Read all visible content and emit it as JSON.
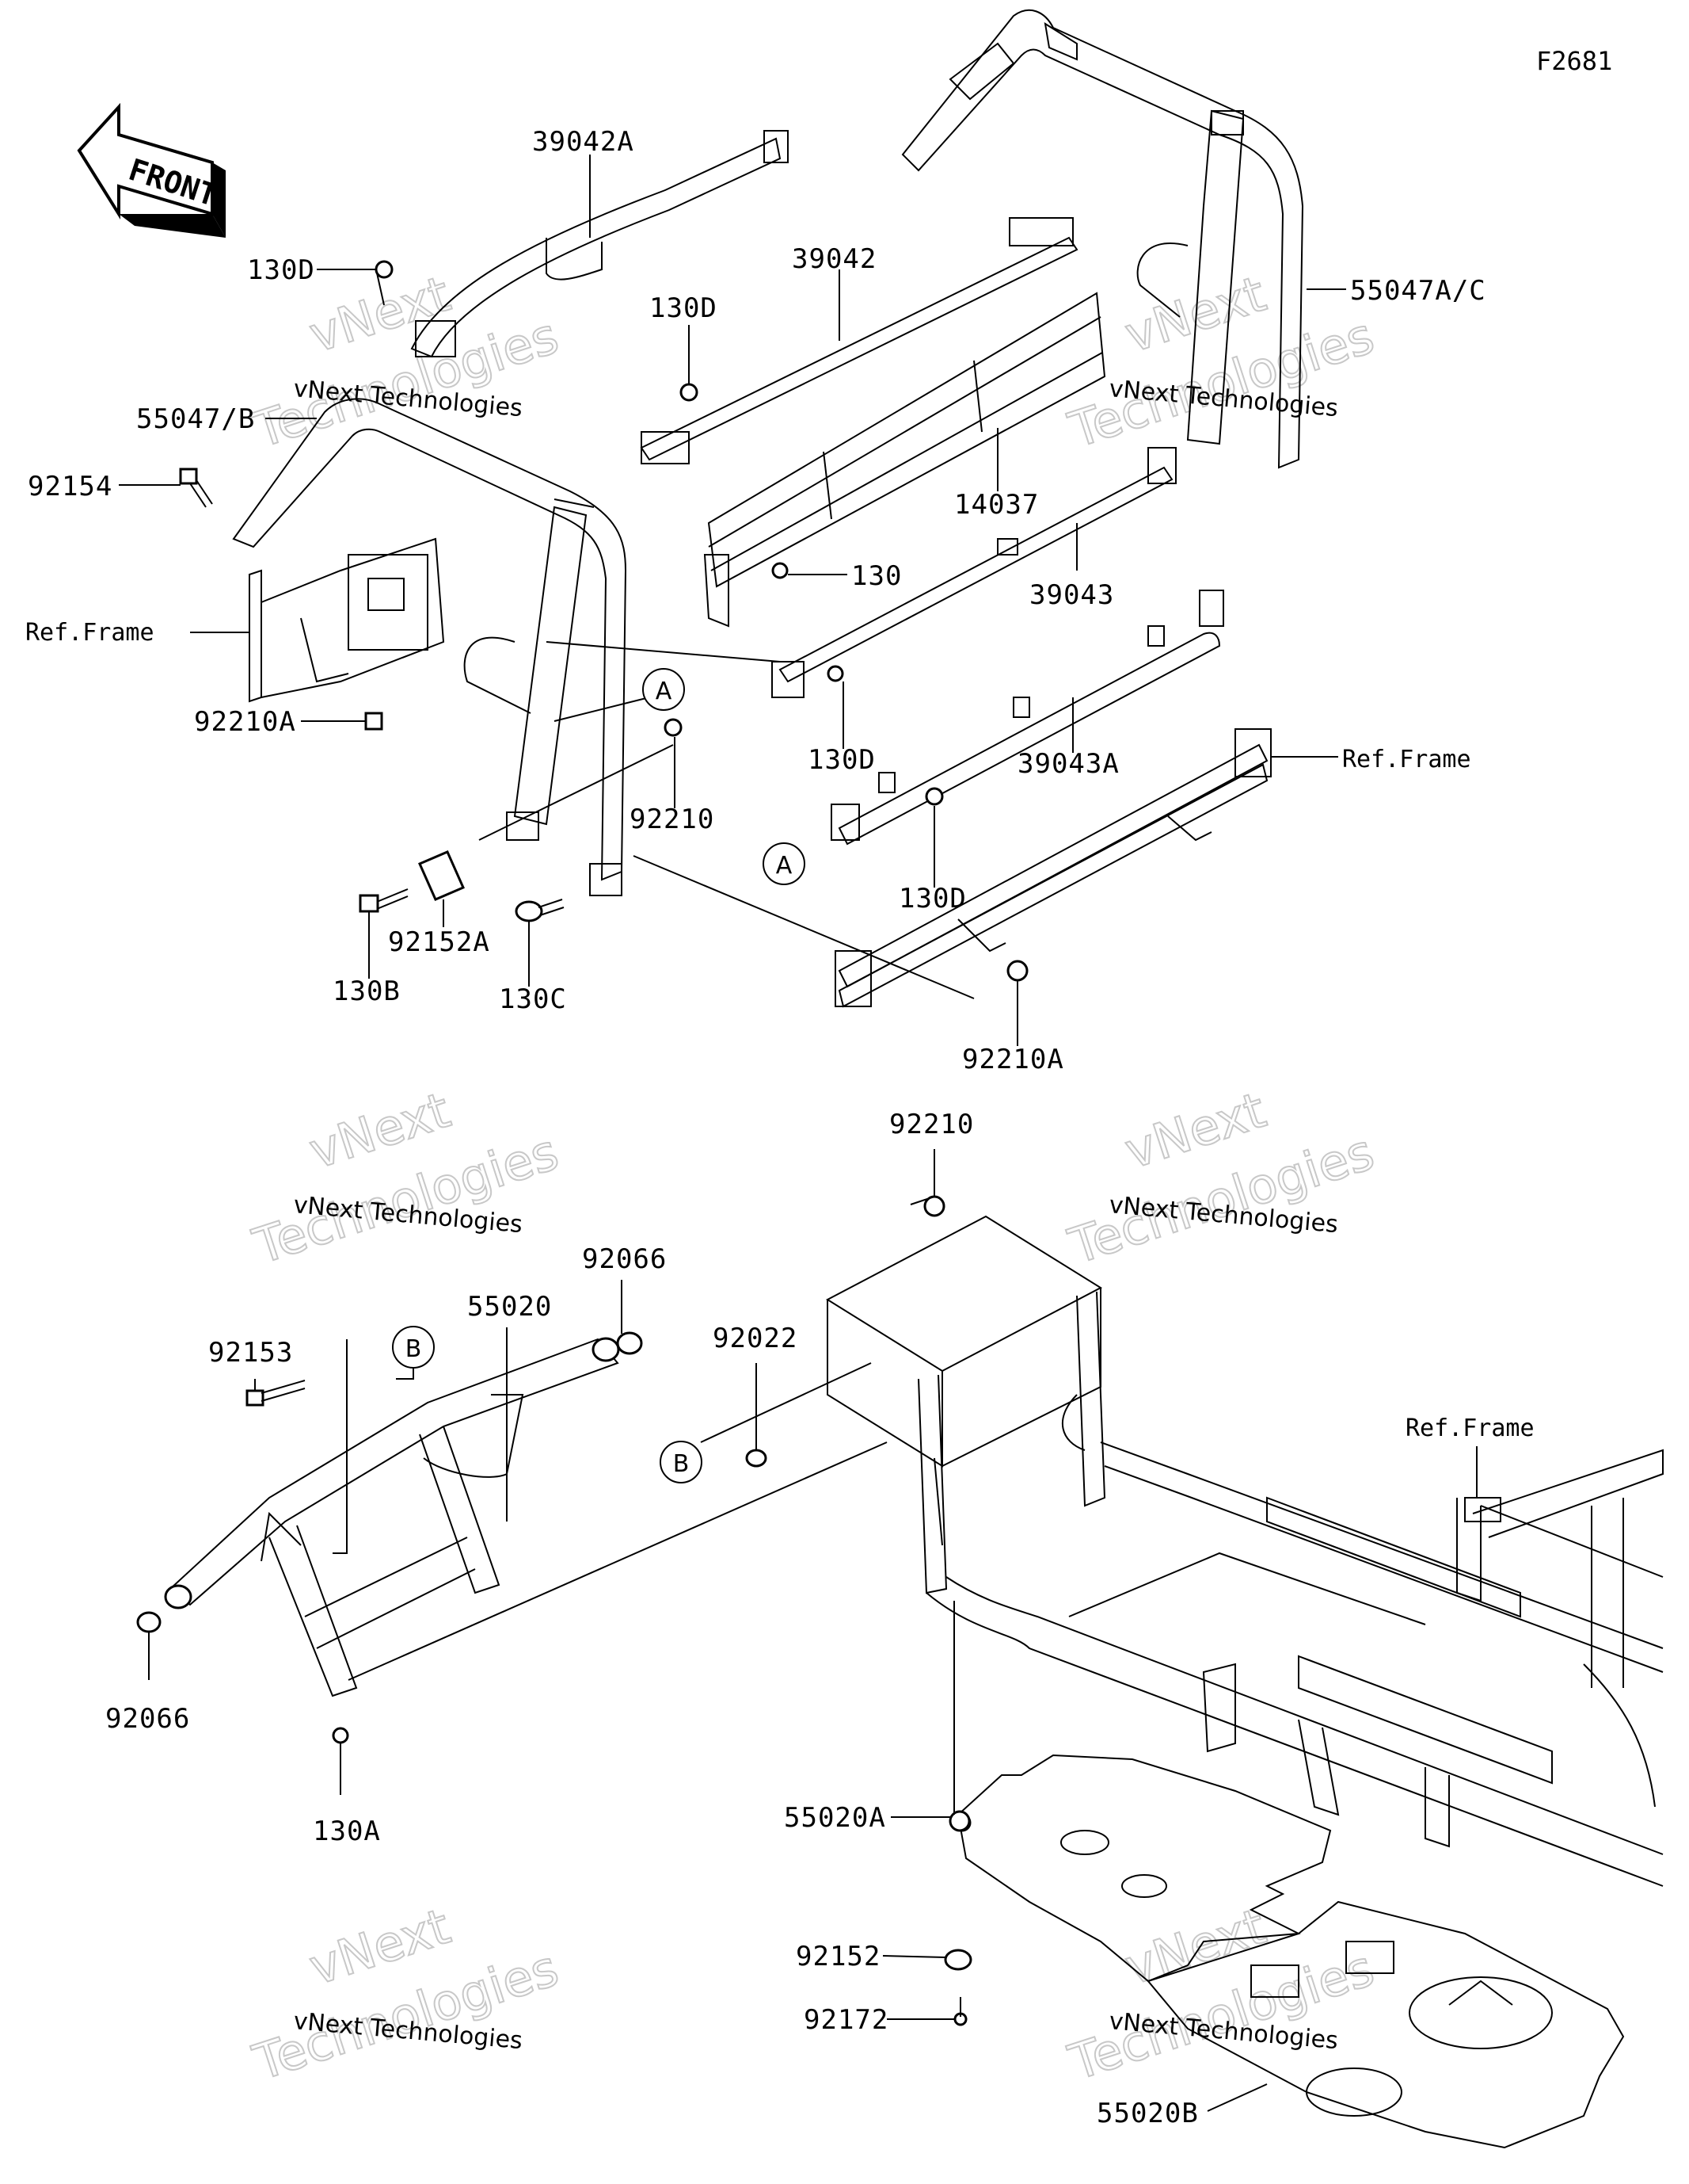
{
  "figure_code": "F2681",
  "front_label": "FRONT",
  "watermark": {
    "line1": "vNext Technologies",
    "line2": "Technologies",
    "line3": "vNext"
  },
  "callouts": {
    "p39042A": "39042A",
    "p130D_1": "130D",
    "p39042": "39042",
    "p130D_2": "130D",
    "p55047AC": "55047A/C",
    "p55047B": "55047/B",
    "p92154": "92154",
    "p14037": "14037",
    "p130": "130",
    "p39043": "39043",
    "refFrame1": "Ref.Frame",
    "p92210A_1": "92210A",
    "p130D_3": "130D",
    "p39043A": "39043A",
    "refFrame2": "Ref.Frame",
    "p92210": "92210",
    "p130D_4": "130D",
    "p92152A": "92152A",
    "p130B": "130B",
    "p130C": "130C",
    "p92210A_2": "92210A",
    "p92210_2": "92210",
    "p92066_1": "92066",
    "p55020": "55020",
    "p92153": "92153",
    "p92022": "92022",
    "refFrame3": "Ref.Frame",
    "p92066_2": "92066",
    "p130A": "130A",
    "p55020A": "55020A",
    "p92152": "92152",
    "p92172": "92172",
    "p55020B": "55020B"
  },
  "markers": {
    "a1": "A",
    "a2": "A",
    "b1": "B",
    "b2": "B"
  }
}
